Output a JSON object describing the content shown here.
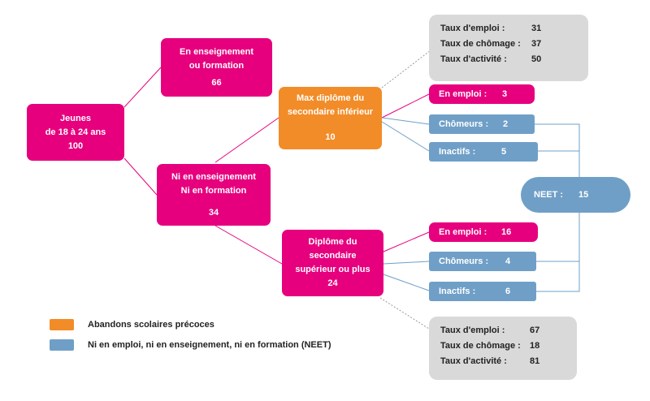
{
  "root": {
    "line1": "Jeunes",
    "line2": "de 18 à 24 ans",
    "value": "100"
  },
  "education": {
    "line1": "En enseignement",
    "line2": "ou formation",
    "value": "66"
  },
  "not_education": {
    "line1": "Ni en enseignement",
    "line2": "Ni en formation",
    "value": "34"
  },
  "lower_secondary": {
    "line1": "Max diplôme du",
    "line2": "secondaire inférieur",
    "value": "10"
  },
  "upper_secondary": {
    "line1": "Diplôme du",
    "line2": "secondaire",
    "line3": "supérieur ou plus",
    "value": "24"
  },
  "lower_breakdown": {
    "employed": {
      "label": "En emploi :",
      "value": "3"
    },
    "unemployed": {
      "label": "Chômeurs :",
      "value": "2"
    },
    "inactive": {
      "label": "Inactifs :",
      "value": "5"
    }
  },
  "upper_breakdown": {
    "employed": {
      "label": "En emploi :",
      "value": "16"
    },
    "unemployed": {
      "label": "Chômeurs :",
      "value": "4"
    },
    "inactive": {
      "label": "Inactifs :",
      "value": "6"
    }
  },
  "neet": {
    "label": "NEET :",
    "value": "15"
  },
  "rates_lower": [
    {
      "label": "Taux d'emploi :",
      "value": "31"
    },
    {
      "label": "Taux de chômage :",
      "value": "37"
    },
    {
      "label": "Taux d'activité :",
      "value": "50"
    }
  ],
  "rates_upper": [
    {
      "label": "Taux d'emploi :",
      "value": "67"
    },
    {
      "label": "Taux de chômage :",
      "value": "18"
    },
    {
      "label": "Taux d'activité :",
      "value": "81"
    }
  ],
  "legend": [
    {
      "label": "Abandons scolaires précoces",
      "color": "#f28c28"
    },
    {
      "label": "Ni en emploi, ni en enseignement, ni en formation (NEET)",
      "color": "#6f9fc7"
    }
  ],
  "colors": {
    "magenta": "#e6007e",
    "orange": "#f28c28",
    "blue": "#6f9fc7",
    "gray": "#d9d9d9"
  }
}
